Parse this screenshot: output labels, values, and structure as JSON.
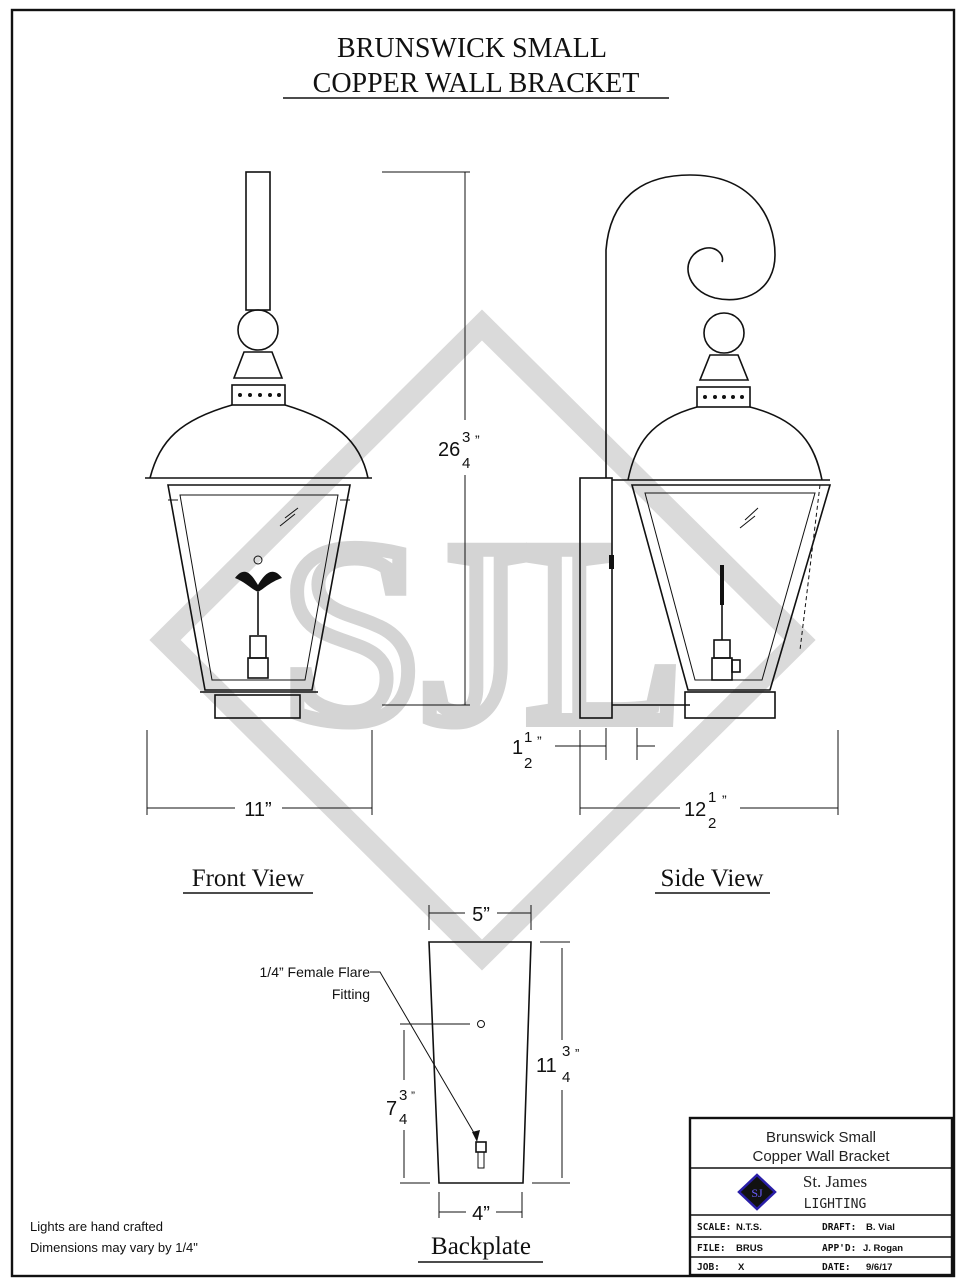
{
  "title": {
    "line1": "BRUNSWICK SMALL",
    "line2": "COPPER WALL BRACKET"
  },
  "dimensions": {
    "height": "26",
    "height_frac_num": "3",
    "height_frac_den": "4",
    "height_unit": "”",
    "front_width": "11”",
    "side_depth": "12",
    "side_depth_num": "1",
    "side_depth_den": "2",
    "side_depth_unit": "”",
    "offset": "1",
    "offset_num": "1",
    "offset_den": "2",
    "offset_unit": "”",
    "backplate_top": "5”",
    "backplate_bottom": "4”",
    "backplate_height": "11",
    "backplate_height_num": "3",
    "backplate_height_den": "4",
    "backplate_height_unit": "”",
    "fitting_height": "7",
    "fitting_height_num": "3",
    "fitting_height_den": "4",
    "fitting_height_unit": "”"
  },
  "callout": {
    "line1": "1/4” Female Flare",
    "line2": "Fitting"
  },
  "views": {
    "front": "Front View",
    "side": "Side View",
    "backplate": "Backplate"
  },
  "notes": {
    "line1": "Lights are hand crafted",
    "line2": "Dimensions may vary by 1/4\""
  },
  "title_block": {
    "name_line1": "Brunswick Small",
    "name_line2": "Copper Wall Bracket",
    "company": "St. James",
    "company_sub": "LIGHTING",
    "logo_text": "SJ",
    "logo_color": "#2a1fa8",
    "fields": [
      {
        "label": "SCALE:",
        "value": "N.T.S.",
        "label2": "DRAFT:",
        "value2": "B. Vial"
      },
      {
        "label": "FILE:",
        "value": "BRUS",
        "label2": "APP'D:",
        "value2": "J. Rogan"
      },
      {
        "label": "JOB:",
        "value": "X",
        "label2": "DATE:",
        "value2": "9/6/17"
      }
    ]
  },
  "watermark": "SJL"
}
